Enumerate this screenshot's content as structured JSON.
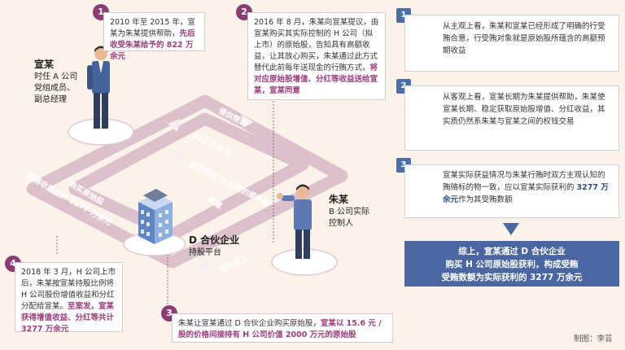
{
  "people": {
    "xuan": {
      "name": "宣某",
      "role_lines": [
        "时任 A 公司",
        "党组成员、",
        "副总经理"
      ]
    },
    "zhu": {
      "name": "朱某",
      "role_lines": [
        "B 公司实际",
        "控制人"
      ]
    }
  },
  "platform": {
    "name": "D 合伙企业",
    "desc": "持股平台"
  },
  "flow_labels": {
    "help": "提供帮助",
    "money": "822 万余元",
    "suggest": "提议购买 H 公司的原始股",
    "agree": "同意",
    "buy": "购买原始股",
    "benefit": "获得收益共计 3277 万余元",
    "arrange": "安排成立"
  },
  "events": [
    {
      "num": "1",
      "text_a": "2010 年至 2015 年，宣某为朱某提供帮助，",
      "text_hl": "先后收受朱某给予的 822 万余元"
    },
    {
      "num": "2",
      "text_a": "2016 年 8 月，朱某向宣某提议，由宣某购买其实际控制的 H 公司（拟上市）的原始股，告知具有高额收益，让其放心购买，朱某通过此方式替代此前每年送现金的行贿方式，",
      "text_hl": "将对应原始股增值、分红等收益送给宣某，宣某同意"
    },
    {
      "num": "3",
      "text_a": "朱某让宣某通过 D 合伙企业购买原始股，",
      "text_hl": "宣某以 15.6 元 / 股的价格间接持有 H 公司价值 2000 万元的原始股"
    },
    {
      "num": "4",
      "text_a": "2018 年 3 月，H 公司上市后，朱某按宣某持股比例将 H 公司股份增值收益和分红分配给宣某。",
      "text_hl": "至案发，宣某获得增值收益、分红等共计 3277 万余元"
    }
  ],
  "analysis": [
    {
      "num": "1",
      "text_a": "从主观上看，朱某和宣某已经形成了明确的行受贿合意，行受贿对象就是原始股所蕴含的高额预期收益",
      "text_hl": "",
      "text_b": "",
      "icon": "gear-head-icon"
    },
    {
      "num": "2",
      "text_a": "从客观上看，宣某长期为朱某提供帮助，朱某使宣某长期、稳定获取原始股增值、分红收益，其实质仍然系朱某与宣某之间的权钱交易",
      "text_hl": "",
      "text_b": "",
      "icon": "briefcase-icon"
    },
    {
      "num": "3",
      "text_a": "宣某实际获益情况与朱某行贿时双方主观认知的贿赂标的物一致，应以宣某实际获利的 ",
      "text_hl": "3277 万余元",
      "text_b": "作为其受贿数额",
      "icon": "person-gear-icon"
    }
  ],
  "summary_lines": [
    "综上，宣某通过 D 合伙企业",
    "购买 H 公司原始股获利，构成受贿",
    "受贿数额为实际获利的 3277 万余元"
  ],
  "credit": "制图：李芸",
  "colors": {
    "loop": "#ddc1cc",
    "accent": "#8a3c73",
    "blue": "#4a66a3",
    "background": "#fbf3ea"
  }
}
